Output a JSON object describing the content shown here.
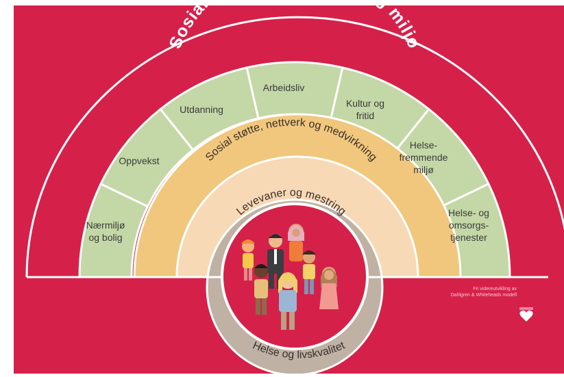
{
  "colors": {
    "background": "#d5214a",
    "green": "#c4d7a6",
    "orange": "#f0c77c",
    "peach": "#f7d9b6",
    "grey": "#bfb2a4",
    "white": "#ffffff"
  },
  "outer_ring": {
    "title": "Sosiale forhold, økonomi og miljø"
  },
  "segments": [
    {
      "label": "Nærmiljø\nog bolig"
    },
    {
      "label": "Oppvekst"
    },
    {
      "label": "Utdanning"
    },
    {
      "label": "Arbeidsliv"
    },
    {
      "label": "Kultur og\nfritid"
    },
    {
      "label": "Helse-\nfremmende\nmiljø"
    },
    {
      "label": "Helse- og\nomsorgs-\ntjenester"
    }
  ],
  "social_ring": {
    "title": "Sosial støtte, nettverk og medvirkning"
  },
  "lifestyle_ring": {
    "title": "Levevaner og mestring"
  },
  "center": {
    "bottom_title": "Helse og livskvalitet",
    "people_icon": "people-group-icon"
  },
  "attribution": {
    "line1": "Fri videreutvikling av",
    "line2": "Dahlgren & Whiteheads modell",
    "logo_icon": "heart-logo-icon"
  }
}
